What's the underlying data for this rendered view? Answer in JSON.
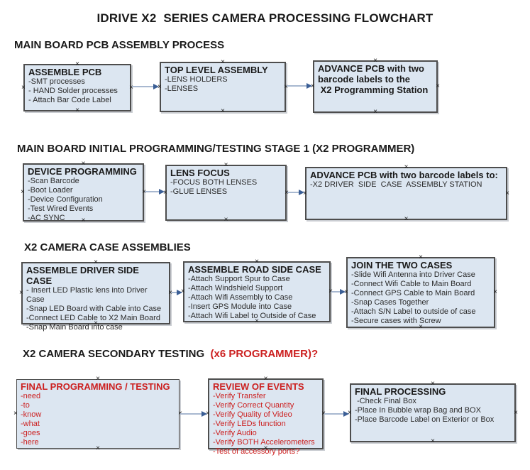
{
  "title": "IDRIVE X2  SERIES CAMERA PROCESSING FLOWCHART",
  "colors": {
    "box_fill": "#dce6f1",
    "box_border": "#4d4d4d",
    "red_text": "#cc2020",
    "arrow_line": "#a8b8d0",
    "arrow_head": "#3a5e95"
  },
  "sections": [
    {
      "heading": "MAIN BOARD PCB ASSEMBLY PROCESS",
      "boxes": [
        {
          "title": "ASSEMBLE PCB",
          "items": [
            "-SMT processes",
            "- HAND Solder processes",
            "- Attach Bar Code Label"
          ]
        },
        {
          "title": "TOP LEVEL ASSEMBLY",
          "items": [
            "-LENS HOLDERS",
            "-LENSES"
          ]
        },
        {
          "title": "ADVANCE PCB with two\nbarcode labels to the\n X2 Programming Station",
          "items": []
        }
      ]
    },
    {
      "heading": "MAIN BOARD INITIAL PROGRAMMING/TESTING STAGE 1 (X2 PROGRAMMER)",
      "boxes": [
        {
          "title": "DEVICE PROGRAMMING",
          "items": [
            "-Scan Barcode",
            "-Boot Loader",
            "-Device Configuration",
            "-Test Wired Events",
            "-AC SYNC"
          ]
        },
        {
          "title": "LENS FOCUS",
          "items": [
            "-FOCUS BOTH LENSES",
            "-GLUE LENSES"
          ]
        },
        {
          "title": "ADVANCE PCB with two barcode labels to:",
          "items": [
            "-X2 DRIVER  SIDE  CASE  ASSEMBLY STATION"
          ]
        }
      ]
    },
    {
      "heading": "X2 CAMERA CASE ASSEMBLIES",
      "boxes": [
        {
          "title": "ASSEMBLE DRIVER SIDE CASE",
          "items": [
            "- Insert LED Plastic lens into Driver Case",
            "-Snap LED Board with Cable into Case",
            "-Connect LED Cable to X2 Main Board",
            "-Snap Main Board into case"
          ]
        },
        {
          "title": "ASSEMBLE ROAD SIDE CASE",
          "items": [
            "-Attach Support Spur to Case",
            "-Attach Windshield Support",
            "-Attach Wifi Assembly to Case",
            "-Insert GPS Module into Case",
            "-Attach Wifi Label to Outside of Case"
          ]
        },
        {
          "title": "JOIN THE TWO CASES",
          "items": [
            "-Slide Wifi Antenna into Driver Case",
            "-Connect Wifi Cable to Main Board",
            "-Connect GPS Cable to Main Board",
            "-Snap Cases Together",
            "-Attach S/N Label to outside of case",
            "-Secure cases with Screw"
          ]
        }
      ]
    },
    {
      "heading": "X2 CAMERA SECONDARY TESTING",
      "heading_red": "  (x6 PROGRAMMER)?",
      "boxes": [
        {
          "title": "FINAL PROGRAMMING / TESTING",
          "items": [
            "-need",
            "-to",
            "-know",
            "-what",
            "-goes",
            "-here"
          ]
        },
        {
          "title": "REVIEW OF EVENTS",
          "items": [
            "-Verify Transfer",
            "-Verify Correct Quantity",
            "-Verify Quality of Video",
            "-Verify LEDs function",
            "-Verify Audio",
            "-Verify BOTH Accelerometers",
            "-Test of accessory ports?"
          ]
        },
        {
          "title": "FINAL PROCESSING",
          "items": [
            " -Check Final Box",
            "-Place In Bubble wrap Bag and BOX",
            "-Place Barcode Label on Exterior or Box"
          ]
        }
      ]
    }
  ]
}
